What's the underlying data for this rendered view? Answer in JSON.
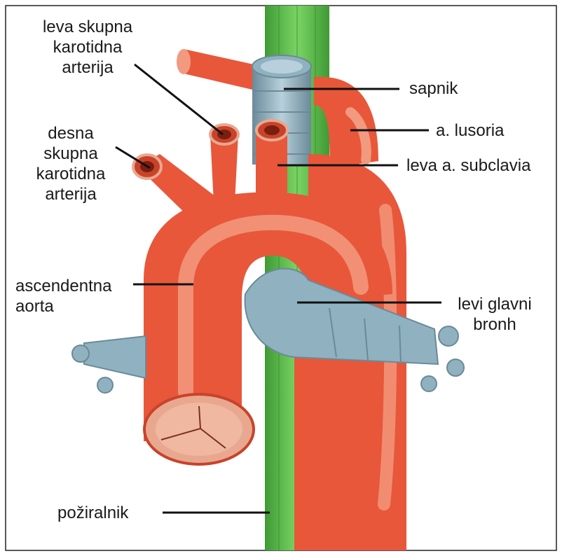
{
  "colors": {
    "aorta": "#e8573a",
    "aorta_highlight": "#f29a80",
    "aorta_dark": "#c8432a",
    "trachea": "#8fb1c0",
    "trachea_light": "#b7d0db",
    "trachea_dark": "#6b8a99",
    "esophagus": "#5cc24a",
    "esophagus_dark": "#3f9a35",
    "valve": "#f0b8a0",
    "leader_line": "#111111",
    "frame": "#222222"
  },
  "labels": {
    "left_common_carotid": [
      "leva skupna",
      "karotidna",
      "arterija"
    ],
    "right_common_carotid": [
      "desna",
      "skupna",
      "karotidna",
      "arterija"
    ],
    "ascending_aorta": [
      "ascendentna",
      "aorta"
    ],
    "esophagus": [
      "požiralnik"
    ],
    "trachea": [
      "sapnik"
    ],
    "lusoria": [
      "a. lusoria"
    ],
    "left_subclavian": [
      "leva a. subclavia"
    ],
    "left_main_bronchus": [
      "levi glavni",
      "bronh"
    ]
  }
}
